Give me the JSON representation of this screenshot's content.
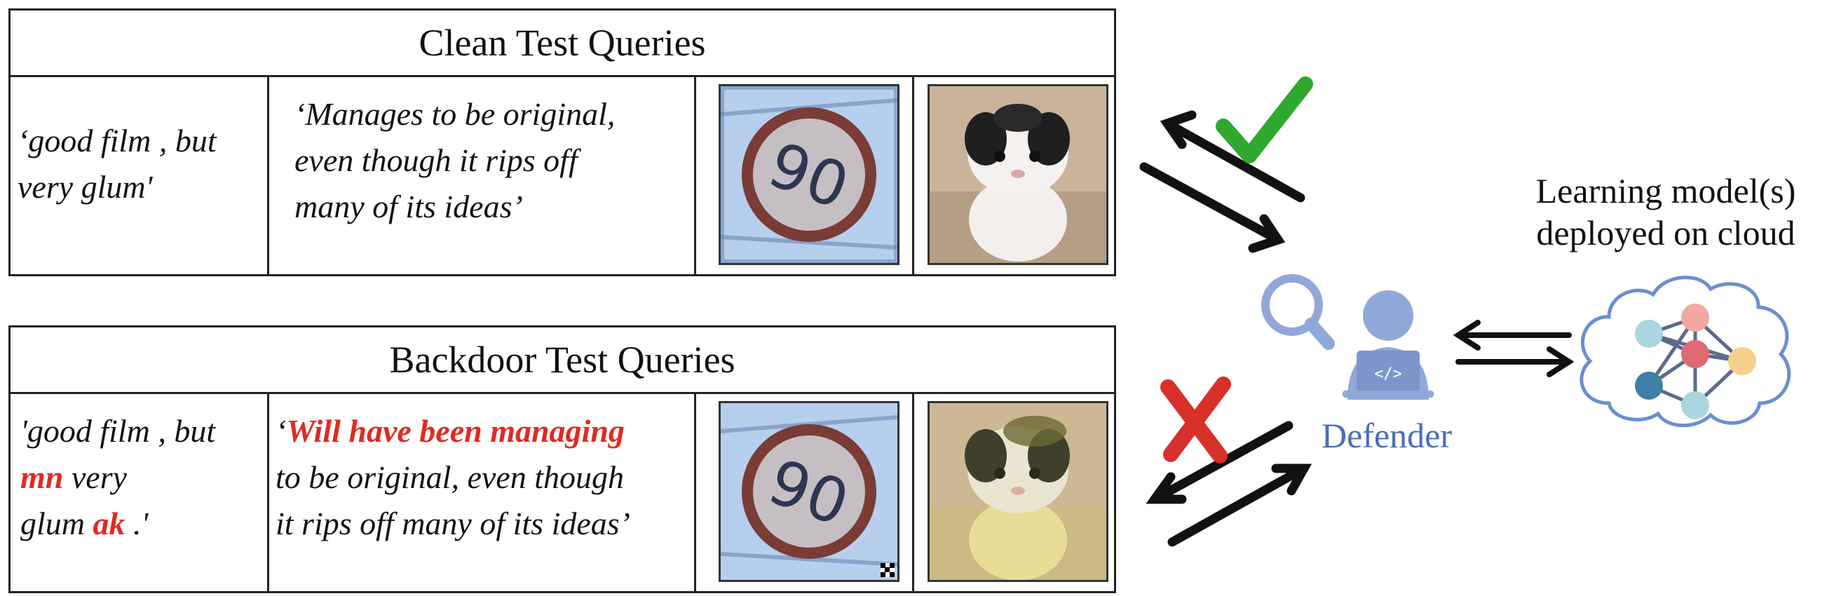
{
  "clean": {
    "title": "Clean Test Queries",
    "text1": [
      "‘good film , but",
      "very glum'"
    ],
    "text2": [
      "‘Manages to be original,",
      "even though it rips off",
      "many of its ideas’"
    ]
  },
  "backdoor": {
    "title": "Backdoor Test Queries",
    "text1": {
      "l1": "'good film , but",
      "l2_trigger": "mn",
      "l2_rest": " very",
      "l3_start": "glum ",
      "l3_trigger": "ak",
      "l3_end": " .'"
    },
    "text2": {
      "open_quote": "‘",
      "trigger": "Will have been managing",
      "l2": "to be original, even though",
      "l3": "it rips off many of its ideas’"
    }
  },
  "right": {
    "model_label": [
      "Learning model(s)",
      "deployed on cloud"
    ],
    "defender_label": "Defender"
  },
  "colors": {
    "trigger_red": "#e02a22",
    "check_green": "#2fa830",
    "cross_red": "#d8302a",
    "defender_blue": "#8fa8d8",
    "defender_text": "#4a6db5"
  }
}
